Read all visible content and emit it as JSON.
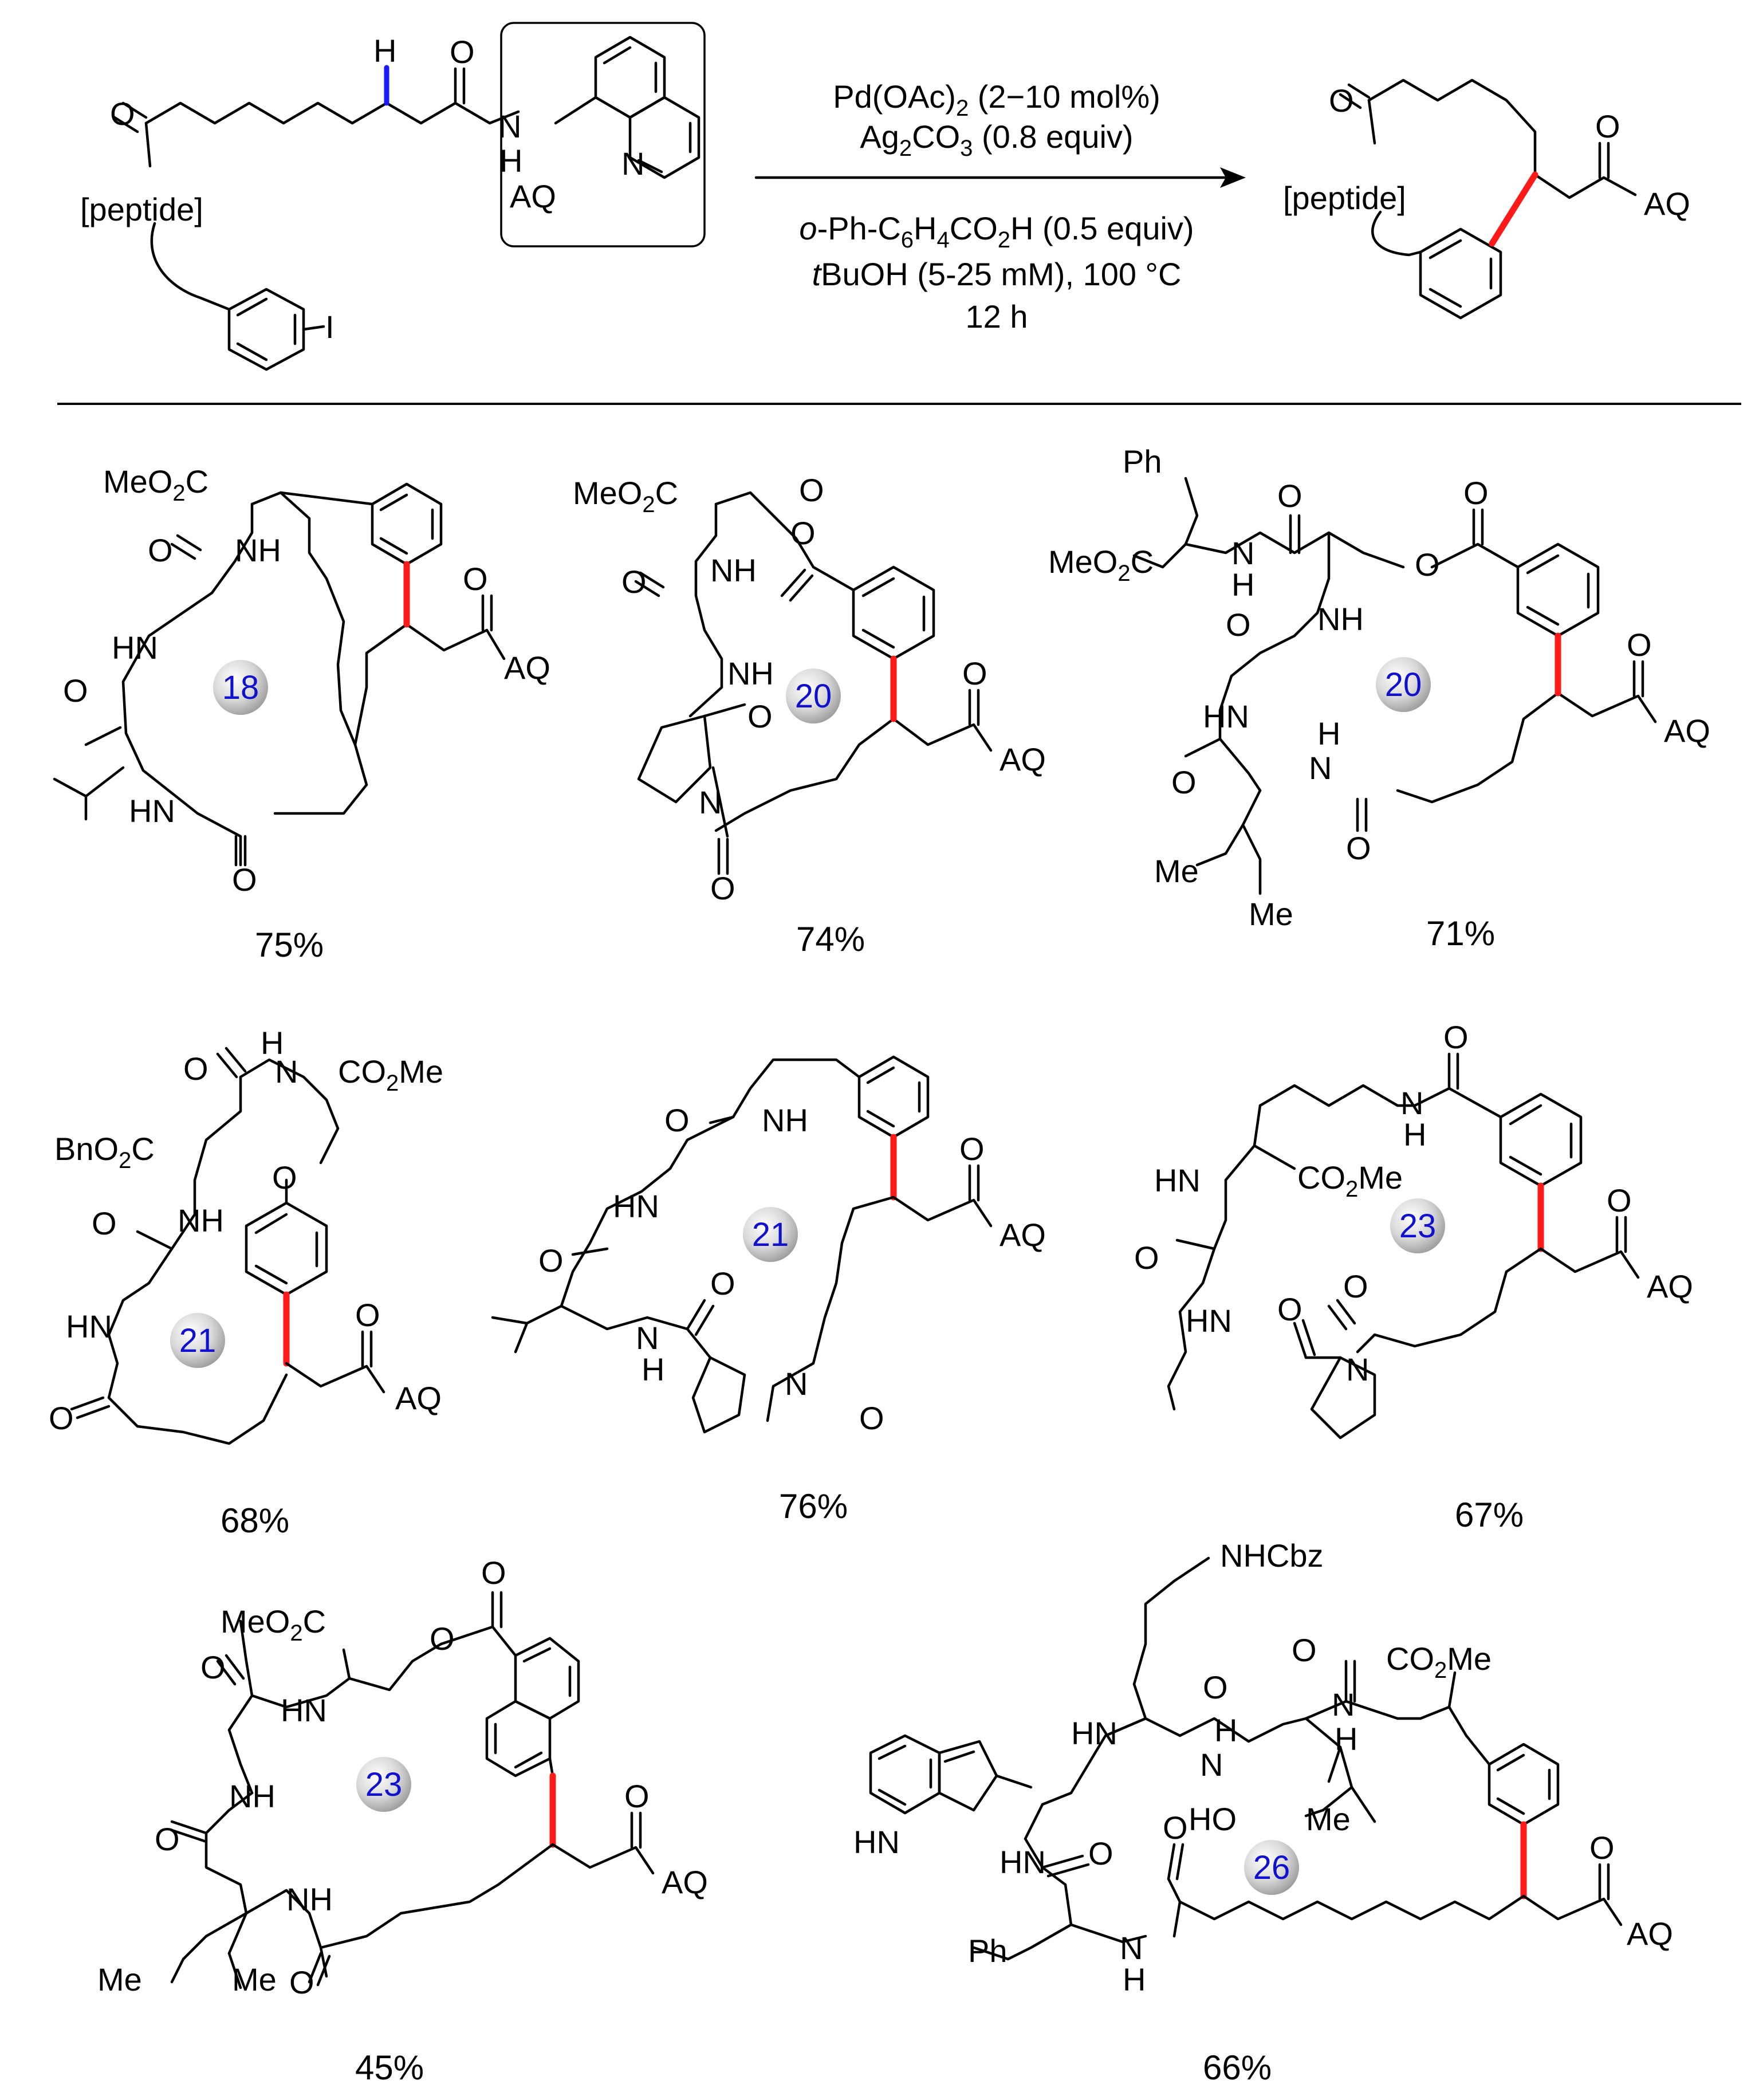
{
  "colors": {
    "new_bond": "#ff1a1a",
    "ch_bond": "#1a1aff",
    "ring_badge_text": "#1010d0",
    "ring_badge_fill": "#d8d8d8"
  },
  "scheme": {
    "sm_labels": {
      "peptide": "[peptide]",
      "aux": "AQ",
      "H": "H",
      "O": "O",
      "N": "N",
      "NH": "N",
      "H_under": "H",
      "I": "I"
    },
    "product_labels": {
      "peptide": "[peptide]",
      "aux": "AQ",
      "O": "O"
    },
    "conditions": {
      "line1_pre": "Pd(OAc)",
      "line1_sub": "2",
      "line1_post": " (2−10 mol%)",
      "line2_pre": "Ag",
      "line2_sub1": "2",
      "line2_mid": "CO",
      "line2_sub2": "3",
      "line2_post": " (0.8 equiv)",
      "line3_it": "o",
      "line3_a": "-Ph-C",
      "line3_s1": "6",
      "line3_b": "H",
      "line3_s2": "4",
      "line3_c": "CO",
      "line3_s3": "2",
      "line3_d": "H (0.5 equiv)",
      "line4_it": "t",
      "line4_rest": "BuOH (5-25 mM), 100 °C",
      "line5": "12 h"
    }
  },
  "products": [
    {
      "ring": "18",
      "yield": "75%"
    },
    {
      "ring": "20",
      "yield": "74%"
    },
    {
      "ring": "20",
      "yield": "71%"
    },
    {
      "ring": "21",
      "yield": "68%"
    },
    {
      "ring": "21",
      "yield": "76%"
    },
    {
      "ring": "23",
      "yield": "67%"
    },
    {
      "ring": "23",
      "yield": "45%"
    },
    {
      "ring": "26",
      "yield": "66%"
    }
  ],
  "fragments": {
    "MeO2C": "MeO",
    "CO2Me": "CO",
    "Me": "Me",
    "O": "O",
    "NH": "NH",
    "HN": "HN",
    "H": "H",
    "N": "N",
    "AQ": "AQ",
    "Ph": "Ph",
    "BnO2C": "BnO",
    "O2C_tail": "C",
    "HO": "HO",
    "NHCbz": "NHCbz",
    "two": "2"
  }
}
